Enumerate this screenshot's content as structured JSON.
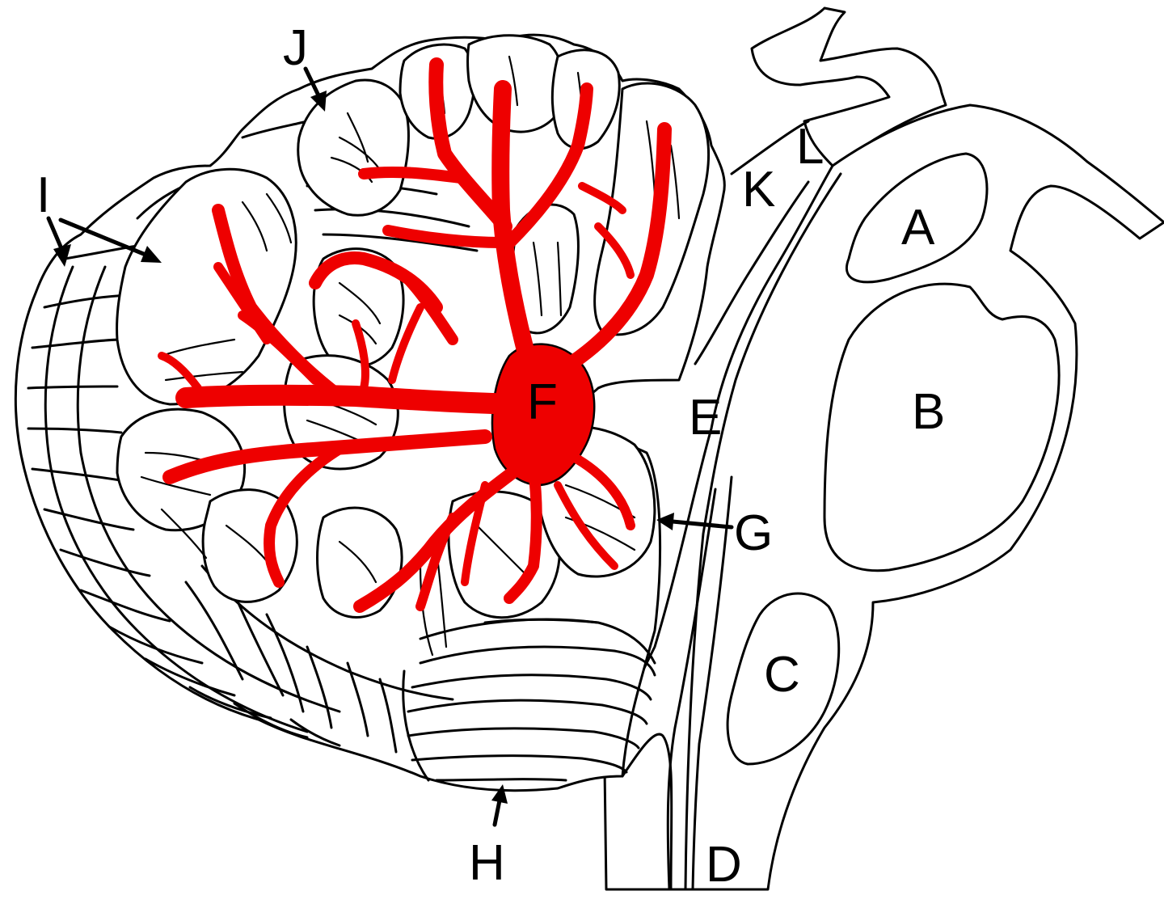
{
  "labels": {
    "A": "A",
    "B": "B",
    "C": "C",
    "D": "D",
    "E": "E",
    "F": "F",
    "G": "G",
    "H": "H",
    "I": "I",
    "J": "J",
    "K": "K",
    "L": "L"
  },
  "colors": {
    "arbor_vitae": "#ee0000",
    "outline": "#000000",
    "background": "#ffffff"
  }
}
